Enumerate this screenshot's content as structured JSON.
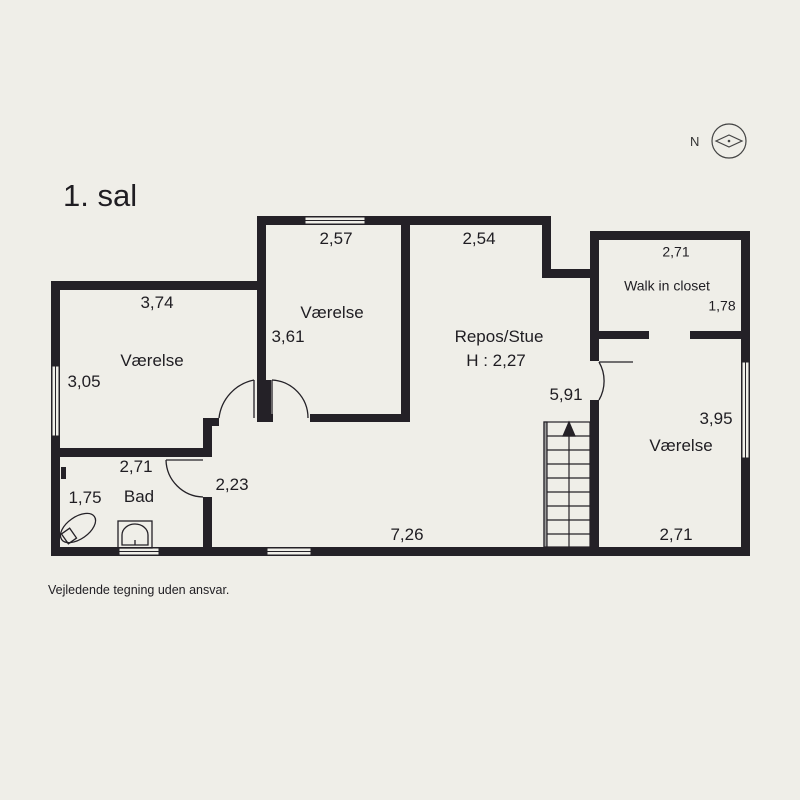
{
  "floor": {
    "title": "1. sal"
  },
  "compass": {
    "label": "N",
    "icon": "north-arrow-icon"
  },
  "disclaimer": "Vejledende tegning uden ansvar.",
  "colors": {
    "background": "#efeee8",
    "wall": "#242127",
    "text": "#1f1d22"
  },
  "rooms": {
    "vaerelse_left": {
      "name": "Værelse",
      "width": "3,74",
      "depth": "3,05"
    },
    "vaerelse_mid": {
      "name": "Værelse",
      "width": "2,57",
      "depth": "3,61"
    },
    "repos_stue": {
      "name": "Repos/Stue",
      "height": "H : 2,27",
      "width": "2,54",
      "depth": "5,91"
    },
    "walk_in_closet": {
      "name": "Walk in closet",
      "width": "2,71",
      "depth": "1,78"
    },
    "vaerelse_right": {
      "name": "Værelse",
      "width": "2,71",
      "depth": "3,95"
    },
    "bad": {
      "name": "Bad",
      "width": "2,71",
      "depth": "1,75"
    },
    "hall": {
      "depth": "2,23",
      "width": "7,26"
    }
  }
}
